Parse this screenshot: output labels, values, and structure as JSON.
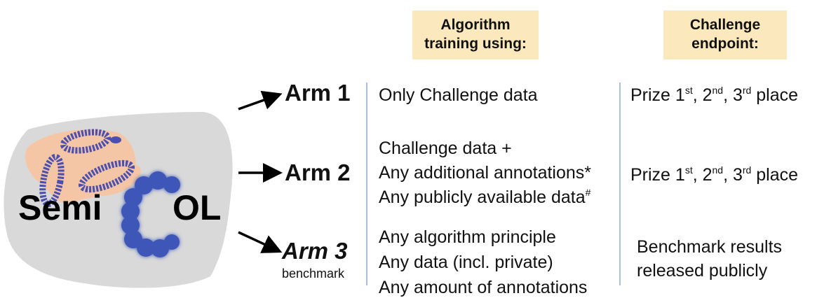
{
  "headers": {
    "training": [
      "Algorithm",
      "training using:"
    ],
    "endpoint": [
      "Challenge",
      "endpoint:"
    ]
  },
  "logo": {
    "left": "Semi",
    "right": "OL"
  },
  "arms": [
    {
      "label": "Arm 1",
      "sublabel": "",
      "training": [
        "Only Challenge data"
      ],
      "endpoint": {
        "prefix": "Prize 1",
        "s1": "st",
        "mid1": ", 2",
        "s2": "nd",
        "mid2": ", 3",
        "s3": "rd",
        "suffix": " place"
      }
    },
    {
      "label": "Arm 2",
      "sublabel": "",
      "training": [
        "Challenge data +",
        "Any additional annotations*",
        "Any publicly available data"
      ],
      "training_sup": "#",
      "endpoint": {
        "prefix": "Prize 1",
        "s1": "st",
        "mid1": ", 2",
        "s2": "nd",
        "mid2": ", 3",
        "s3": "rd",
        "suffix": " place"
      }
    },
    {
      "label": "Arm 3",
      "sublabel": "benchmark",
      "training": [
        "Any algorithm principle",
        "Any data (incl. private)",
        "Any amount of annotations"
      ],
      "endpoint_lines": [
        "Benchmark results",
        "released publicly"
      ]
    }
  ],
  "colors": {
    "header_bg": "#fbe8bd",
    "divider": "#a9bfdc",
    "tissue": "#d9d9d9",
    "tumor": "#f5c6a5",
    "gland": "#4a4fb0"
  }
}
